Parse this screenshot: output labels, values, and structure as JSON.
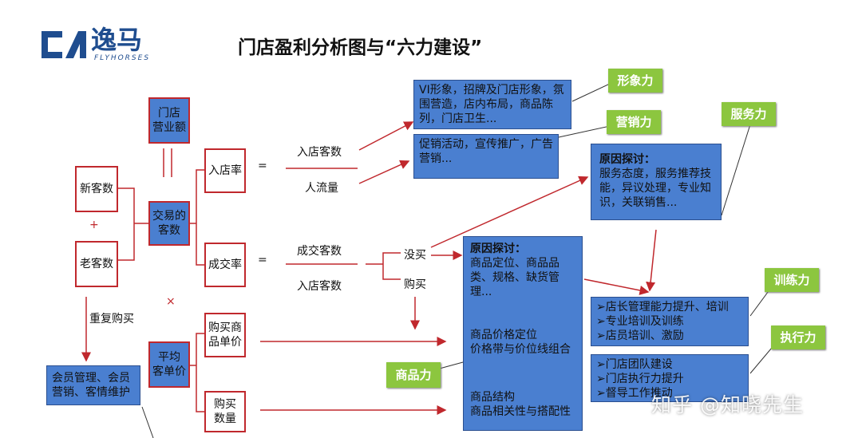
{
  "logo": {
    "name": "逸马",
    "sub": "FLYHORSES"
  },
  "title": "门店盈利分析图与“六力建设”",
  "nodes": {
    "sales": [
      "门店",
      "营业额"
    ],
    "new_cust": "新客数",
    "old_cust": "老客数",
    "plus": "+",
    "repeat": "重复购买",
    "member": "会员管理、会员营销、客情维护",
    "transactions": [
      "交易的",
      "客数"
    ],
    "times": "×",
    "entry_rate": "入店率",
    "close_rate": "成交率",
    "avg_price": [
      "平均",
      "客单价"
    ],
    "unit_price": [
      "购买商",
      "品单价"
    ],
    "qty": [
      "购买",
      "数量"
    ],
    "eq": "="
  },
  "fractions": {
    "entry": {
      "num": "入店客数",
      "den": "人流量"
    },
    "close": {
      "num": "成交客数",
      "den": "入店客数"
    }
  },
  "branches": {
    "no_buy": "没买",
    "buy": "购买"
  },
  "boxes": {
    "image": "VI形象，招牌及门店形象，氛围营造，店内布局，商品陈列，门店卫生...",
    "marketing": "促销活动，宣传推广，广告营销...",
    "service_title": "原因探讨：",
    "service_body": "服务态度，服务推荐技能，异议处理，专业知识，关联销售...",
    "product_title": "原因探讨：",
    "product_body": "商品定位、商品品类、规格、缺货管理...",
    "product_price": [
      "商品价格定位",
      "价格带与价位线组合"
    ],
    "product_struct": [
      "商品结构",
      "商品相关性与搭配性"
    ],
    "training": [
      "➢店长管理能力提升、培训",
      "➢专业培训及训练",
      "➢店员培训、激励"
    ],
    "execution": [
      "➢门店团队建设",
      "➢门店执行力提升",
      "➢督导工作推动"
    ]
  },
  "powers": {
    "image": "形象力",
    "marketing": "营销力",
    "service": "服务力",
    "training": "训练力",
    "execution": "执行力",
    "product": "商品力"
  },
  "watermark": "知乎 @知晓先生",
  "colors": {
    "red": "#c0282d",
    "blue": "#4a7fd0",
    "green": "#8cc63f"
  }
}
